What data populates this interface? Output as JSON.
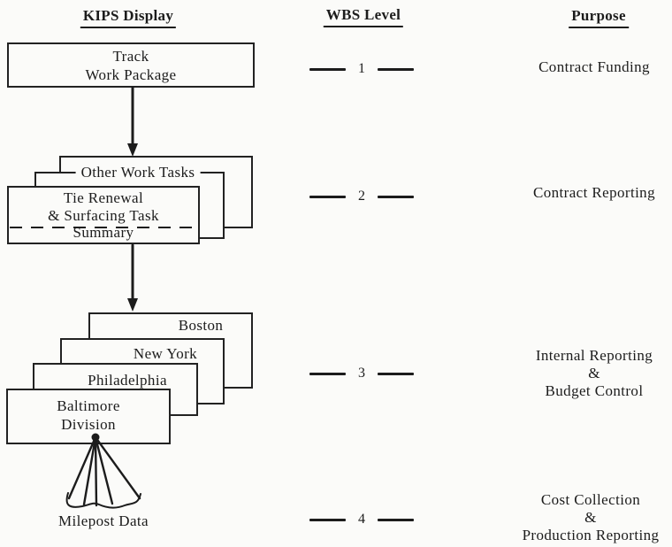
{
  "headers": {
    "kips": "KIPS Display",
    "wbs": "WBS Level",
    "purpose": "Purpose"
  },
  "level1": {
    "box_line1": "Track",
    "box_line2": "Work Package",
    "wbs_number": "1",
    "purpose": "Contract Funding"
  },
  "level2": {
    "back_box_label": "Other Work Tasks",
    "front_box_line1": "Tie Renewal",
    "front_box_line2": "& Surfacing Task",
    "front_box_footer": "Summary",
    "wbs_number": "2",
    "purpose": "Contract Reporting"
  },
  "level3": {
    "box_labels": [
      "Boston",
      "New York",
      "Philadelphia"
    ],
    "front_box_line1": "Baltimore",
    "front_box_line2": "Division",
    "wbs_number": "3",
    "purpose_line1": "Internal Reporting",
    "purpose_line2": "&",
    "purpose_line3": "Budget Control"
  },
  "level4": {
    "fan_label": "Milepost Data",
    "wbs_number": "4",
    "purpose_line1": "Cost Collection",
    "purpose_line2": "&",
    "purpose_line3": "Production Reporting"
  },
  "colors": {
    "ink": "#1c1c1c",
    "paper": "#fbfbf9"
  }
}
